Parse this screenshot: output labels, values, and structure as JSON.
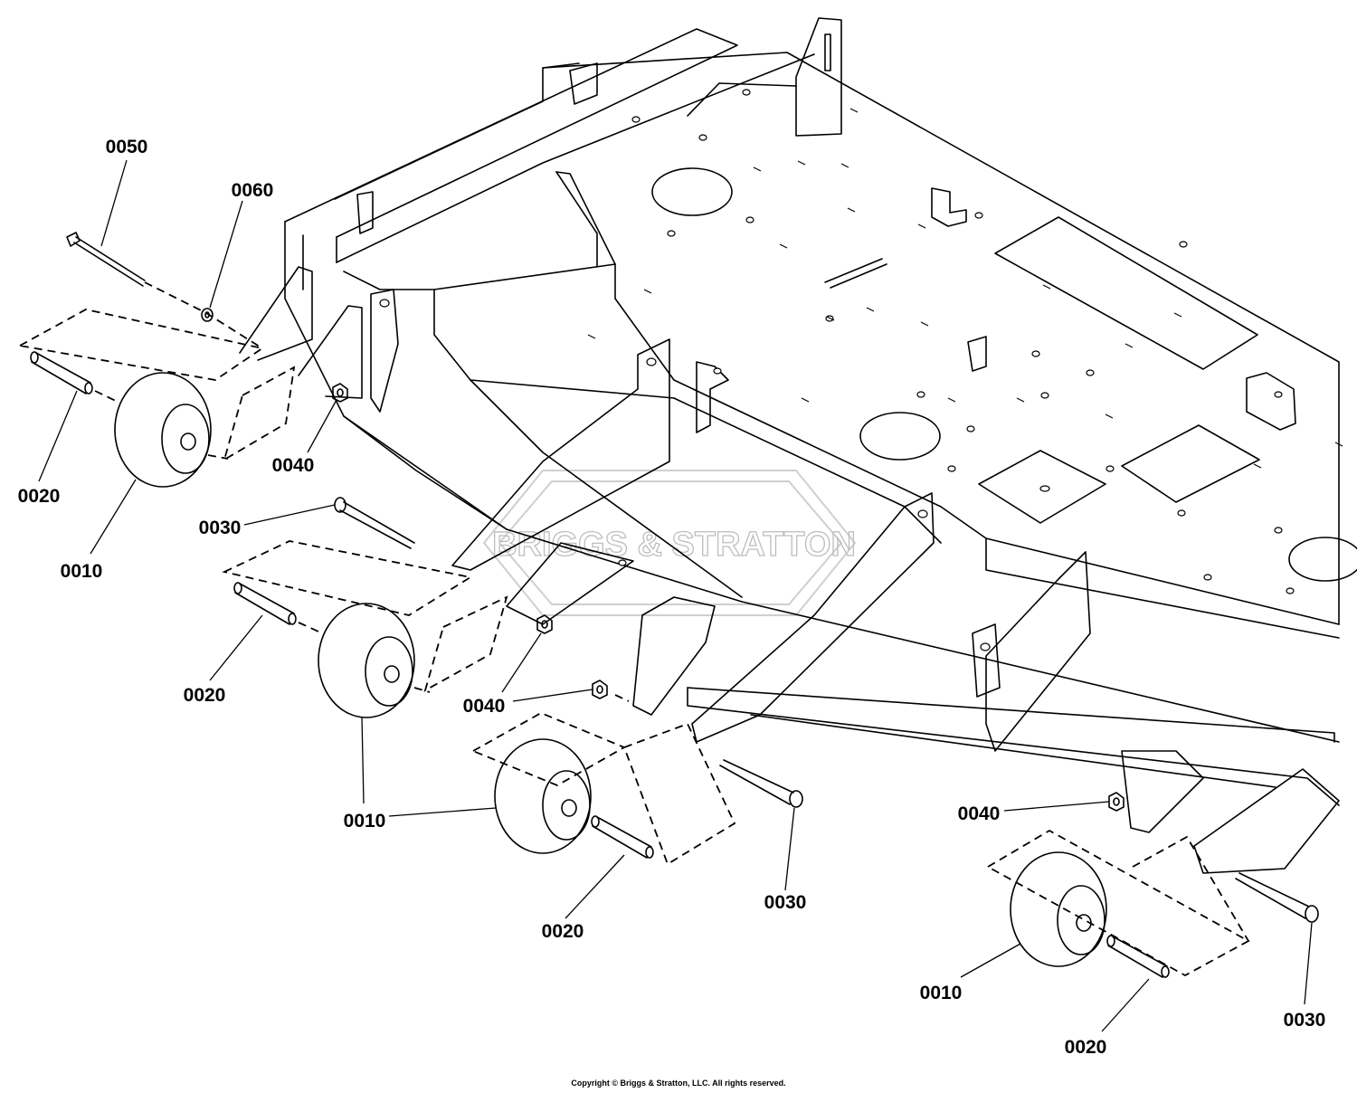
{
  "watermark": {
    "text": "BRIGGS & STRATTON"
  },
  "callouts": [
    {
      "id": "c1",
      "label": "0050"
    },
    {
      "id": "c2",
      "label": "0060"
    },
    {
      "id": "c3",
      "label": "0020"
    },
    {
      "id": "c4",
      "label": "0040"
    },
    {
      "id": "c5",
      "label": "0010"
    },
    {
      "id": "c6",
      "label": "0030"
    },
    {
      "id": "c7",
      "label": "0020"
    },
    {
      "id": "c8",
      "label": "0040"
    },
    {
      "id": "c9",
      "label": "0010"
    },
    {
      "id": "c10",
      "label": "0020"
    },
    {
      "id": "c11",
      "label": "0030"
    },
    {
      "id": "c12",
      "label": "0040"
    },
    {
      "id": "c13",
      "label": "0010"
    },
    {
      "id": "c14",
      "label": "0020"
    },
    {
      "id": "c15",
      "label": "0030"
    }
  ],
  "footer": {
    "copyright": "Copyright © Briggs & Stratton, LLC. All rights reserved."
  }
}
